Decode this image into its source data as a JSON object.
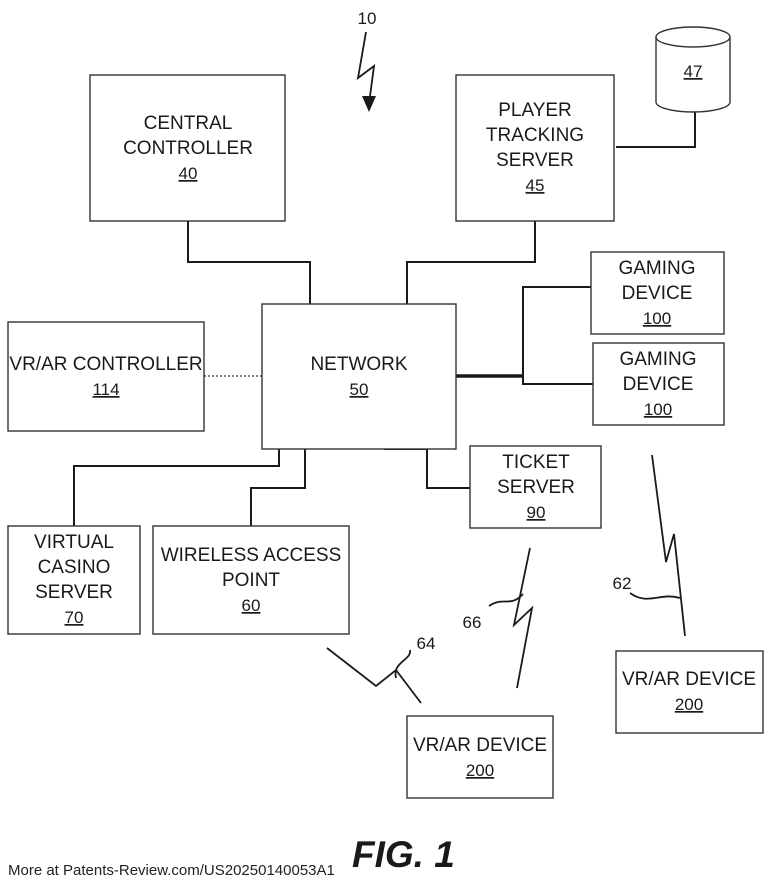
{
  "figure_ref": "10",
  "database": {
    "ref": "47"
  },
  "boxes": {
    "central_controller": {
      "line1": "CENTRAL",
      "line2": "CONTROLLER",
      "ref": "40"
    },
    "player_tracking": {
      "line1": "PLAYER",
      "line2": "TRACKING",
      "line3": "SERVER",
      "ref": "45"
    },
    "gaming_device_1": {
      "line1": "GAMING",
      "line2": "DEVICE",
      "ref": "100"
    },
    "gaming_device_2": {
      "line1": "GAMING",
      "line2": "DEVICE",
      "ref": "100"
    },
    "vrar_controller": {
      "line1": "VR/AR CONTROLLER",
      "ref": "114"
    },
    "network": {
      "line1": "NETWORK",
      "ref": "50"
    },
    "ticket_server": {
      "line1": "TICKET",
      "line2": "SERVER",
      "ref": "90"
    },
    "virtual_casino": {
      "line1": "VIRTUAL",
      "line2": "CASINO",
      "line3": "SERVER",
      "ref": "70"
    },
    "wireless_ap": {
      "line1": "WIRELESS ACCESS",
      "line2": "POINT",
      "ref": "60"
    },
    "vrar_device_1": {
      "line1": "VR/AR DEVICE",
      "ref": "200"
    },
    "vrar_device_2": {
      "line1": "VR/AR DEVICE",
      "ref": "200"
    }
  },
  "links": {
    "ref_62": "62",
    "ref_64": "64",
    "ref_66": "66"
  },
  "caption": "FIG. 1",
  "footer": "More at Patents-Review.com/US20250140053A1"
}
